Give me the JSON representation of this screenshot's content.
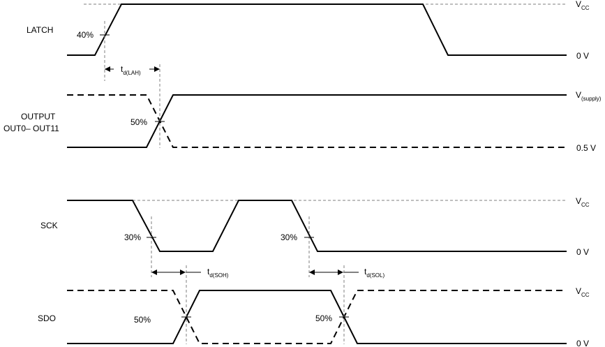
{
  "signals": {
    "latch": "LATCH",
    "output_line1": "OUTPUT",
    "output_line2": "OUT0– OUT11",
    "sck": "SCK",
    "sdo": "SDO"
  },
  "levels": {
    "latch_high": {
      "main": "V",
      "sub": "CC"
    },
    "latch_low": "0 V",
    "output_high": {
      "main": "V",
      "sub": "(supply)"
    },
    "output_low": "0.5 V",
    "sck_high": {
      "main": "V",
      "sub": "CC"
    },
    "sck_low": "0 V",
    "sdo_high": {
      "main": "V",
      "sub": "CC"
    },
    "sdo_low": "0 V"
  },
  "thresholds": {
    "latch": "40%",
    "output": "50%",
    "sck_fall1": "30%",
    "sck_fall2": "30%",
    "sdo_first": "50%",
    "sdo_second": "50%"
  },
  "timings": {
    "t_lah": {
      "main": "t",
      "sub": "d(LAH)"
    },
    "t_soh": {
      "main": "t",
      "sub": "d(SOH)"
    },
    "t_sol": {
      "main": "t",
      "sub": "d(SOL)"
    }
  }
}
